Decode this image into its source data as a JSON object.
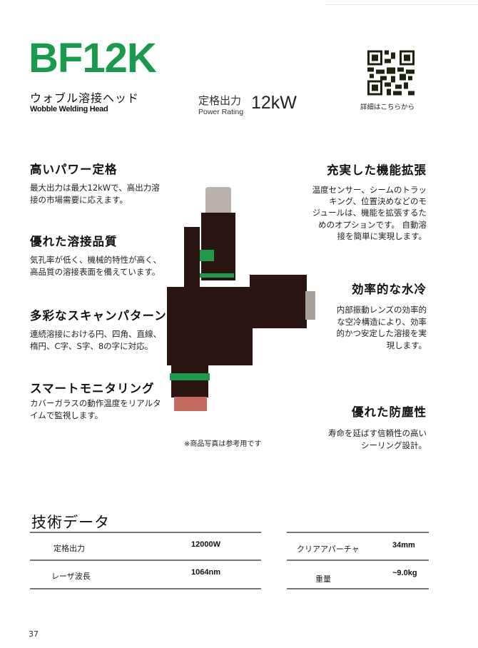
{
  "product": {
    "model": "BF12K",
    "name_jp": "ウォブル溶接ヘッド",
    "name_en": "Wobble Welding Head"
  },
  "power_rating": {
    "label_jp": "定格出力",
    "label_en": "Power Rating",
    "value": "12kW"
  },
  "qr": {
    "caption": "詳細はこちらから"
  },
  "features_left": [
    {
      "title": "高いパワー定格",
      "lines": [
        "最大出力は最大12kWで、高出力溶",
        "接の市場需要に応えます。"
      ]
    },
    {
      "title": "優れた溶接品質",
      "lines": [
        "気孔率が低く、機械的特性が高く、",
        "高品質の溶接表面を備えています。"
      ]
    },
    {
      "title": "多彩なスキャンパターン",
      "lines": [
        "連続溶接における円、四角、直線、",
        "楕円、C字、S字、8の字に対応。"
      ]
    },
    {
      "title": "スマートモニタリング",
      "lines": [
        "カバーガラスの動作温度をリアルタ",
        "イムで監視します。"
      ]
    }
  ],
  "features_right": [
    {
      "title": "充実した機能拡張",
      "lines": [
        "温度センサー、シームのトラッ",
        "キング、位置決めなどのモ",
        "ジュールは、機能を拡張するた",
        "めのオプションです。 自動溶",
        "接を簡単に実現します。"
      ]
    },
    {
      "title": "効率的な水冷",
      "lines": [
        "内部振動レンズの効率的",
        "な空冷構造により、効率",
        "的かつ安定した溶接を実",
        "現します。"
      ]
    },
    {
      "title": "優れた防塵性",
      "lines": [
        "寿命を延ばす信頼性の高い",
        "シーリング設計。"
      ]
    }
  ],
  "photo_caption": "※商品写真は参考用です",
  "specs": {
    "title": "技術データ",
    "left": [
      {
        "label": "定格出力",
        "value": "12000W"
      },
      {
        "label": "レーザ波長",
        "value": "1064nm"
      }
    ],
    "right": [
      {
        "label": "クリアアパーチャ",
        "value": "34mm"
      },
      {
        "label": "重量",
        "value": "~9.0kg"
      }
    ]
  },
  "page_number": "37",
  "colors": {
    "brand_green": "#1a9a4c",
    "body_dark": "#2b1512"
  }
}
